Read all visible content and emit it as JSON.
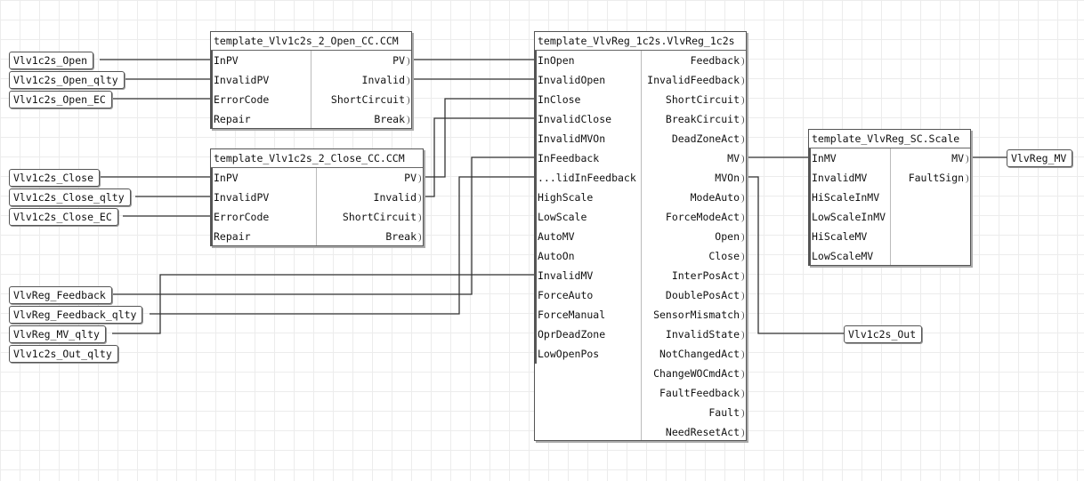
{
  "blocks": {
    "open_cc": {
      "title": "template_Vlv1c2s_2_Open_CC.CCM",
      "inputs": [
        "InPV",
        "InvalidPV",
        "ErrorCode",
        "Repair"
      ],
      "outputs": [
        "PV",
        "Invalid",
        "ShortCircuit",
        "Break"
      ]
    },
    "close_cc": {
      "title": "template_Vlv1c2s_2_Close_CC.CCM",
      "inputs": [
        "InPV",
        "InvalidPV",
        "ErrorCode",
        "Repair"
      ],
      "outputs": [
        "PV",
        "Invalid",
        "ShortCircuit",
        "Break"
      ]
    },
    "vlvreg": {
      "title": "template_VlvReg_1c2s.VlvReg_1c2s",
      "inputs": [
        "InOpen",
        "InvalidOpen",
        "InClose",
        "InvalidClose",
        "InvalidMVOn",
        "InFeedback",
        "...lidInFeedback",
        "HighScale",
        "LowScale",
        "AutoMV",
        "AutoOn",
        "InvalidMV",
        "ForceAuto",
        "ForceManual",
        "OprDeadZone",
        "LowOpenPos"
      ],
      "outputs": [
        "Feedback",
        "InvalidFeedback",
        "ShortCircuit",
        "BreakCircuit",
        "DeadZoneAct",
        "MV",
        "MVOn",
        "ModeAuto",
        "ForceModeAct",
        "Open",
        "Close",
        "InterPosAct",
        "DoublePosAct",
        "SensorMismatch",
        "InvalidState",
        "NotChangedAct",
        "ChangeWOCmdAct",
        "FaultFeedback",
        "Fault",
        "NeedResetAct"
      ]
    },
    "scale": {
      "title": "template_VlvReg_SC.Scale",
      "inputs": [
        "InMV",
        "InvalidMV",
        "HiScaleInMV",
        "LowScaleInMV",
        "HiScaleMV",
        "LowScaleMV"
      ],
      "outputs": [
        "MV",
        "FaultSign"
      ]
    }
  },
  "io": {
    "vlv1c2s_open": "Vlv1c2s_Open",
    "vlv1c2s_open_qlty": "Vlv1c2s_Open_qlty",
    "vlv1c2s_open_ec": "Vlv1c2s_Open_EC",
    "vlv1c2s_close": "Vlv1c2s_Close",
    "vlv1c2s_close_qlty": "Vlv1c2s_Close_qlty",
    "vlv1c2s_close_ec": "Vlv1c2s_Close_EC",
    "vlvreg_feedback": "VlvReg_Feedback",
    "vlvreg_feedback_qlty": "VlvReg_Feedback_qlty",
    "vlvreg_mv_qlty": "VlvReg_MV_qlty",
    "vlv1c2s_out_qlty": "Vlv1c2s_Out_qlty",
    "vlvreg_mv": "VlvReg_MV",
    "vlv1c2s_out": "Vlv1c2s_Out"
  }
}
